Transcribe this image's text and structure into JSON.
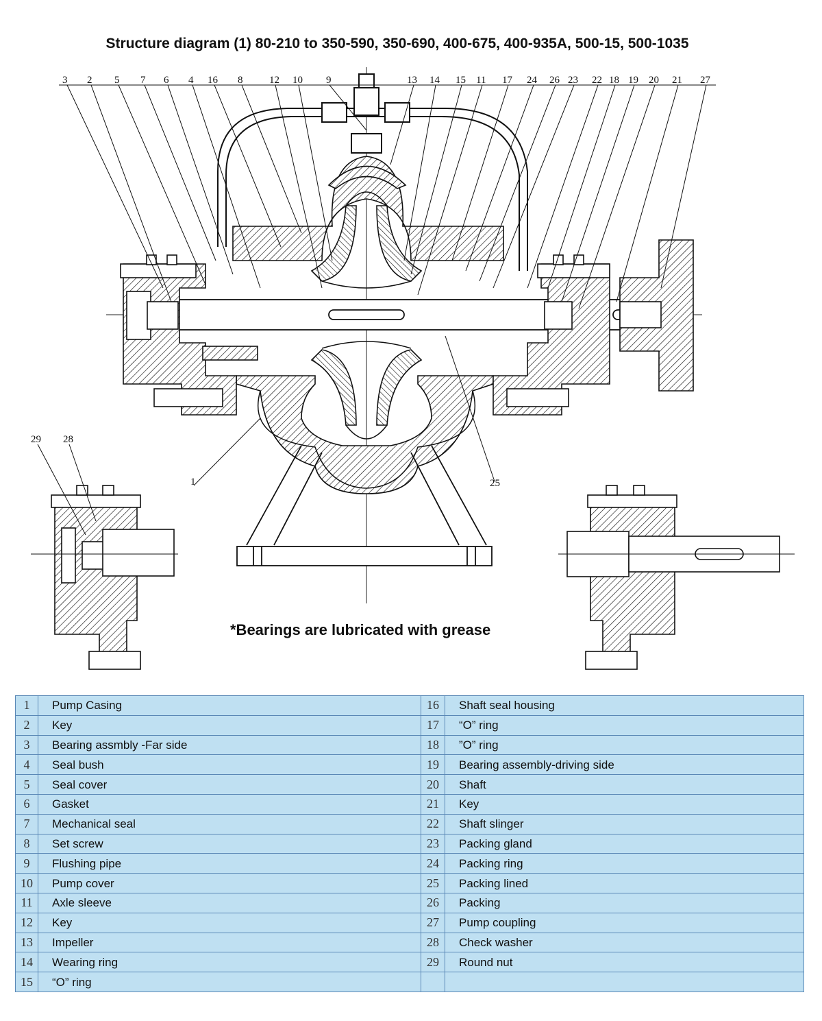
{
  "title": "Structure diagram (1) 80-210 to 350-590, 350-690, 400-675, 400-935A, 500-15, 500-1035",
  "note": "*Bearings are lubricated with grease",
  "callouts_top": [
    "3",
    "2",
    "5",
    "7",
    "6",
    "4",
    "16",
    "8",
    "12",
    "10",
    "9",
    "13",
    "14",
    "15",
    "11",
    "17",
    "24",
    "26",
    "23",
    "22",
    "18",
    "19",
    "20",
    "21",
    "27"
  ],
  "callouts_bottom": [
    "1",
    "25",
    "29",
    "28"
  ],
  "parts_left": [
    {
      "no": "1",
      "name": "Pump Casing"
    },
    {
      "no": "2",
      "name": "Key"
    },
    {
      "no": "3",
      "name": "Bearing assmbly -Far side"
    },
    {
      "no": "4",
      "name": "Seal bush"
    },
    {
      "no": "5",
      "name": "Seal cover"
    },
    {
      "no": "6",
      "name": "Gasket"
    },
    {
      "no": "7",
      "name": "Mechanical seal"
    },
    {
      "no": "8",
      "name": "Set screw"
    },
    {
      "no": "9",
      "name": "Flushing pipe"
    },
    {
      "no": "10",
      "name": "Pump cover"
    },
    {
      "no": "11",
      "name": "Axle sleeve"
    },
    {
      "no": "12",
      "name": "Key"
    },
    {
      "no": "13",
      "name": "Impeller"
    },
    {
      "no": "14",
      "name": "Wearing ring"
    },
    {
      "no": "15",
      "name": "“O” ring"
    }
  ],
  "parts_right": [
    {
      "no": "16",
      "name": "Shaft seal housing"
    },
    {
      "no": "17",
      "name": "“O” ring"
    },
    {
      "no": "18",
      "name": "”O” ring"
    },
    {
      "no": "19",
      "name": "Bearing assembly-driving side"
    },
    {
      "no": "20",
      "name": "Shaft"
    },
    {
      "no": "21",
      "name": "Key"
    },
    {
      "no": "22",
      "name": "Shaft slinger"
    },
    {
      "no": "23",
      "name": "Packing gland"
    },
    {
      "no": "24",
      "name": "Packing ring"
    },
    {
      "no": "25",
      "name": "Packing lined"
    },
    {
      "no": "26",
      "name": "Packing"
    },
    {
      "no": "27",
      "name": "Pump coupling"
    },
    {
      "no": "28",
      "name": "Check washer"
    },
    {
      "no": "29",
      "name": "Round nut"
    },
    {
      "no": "",
      "name": ""
    }
  ]
}
